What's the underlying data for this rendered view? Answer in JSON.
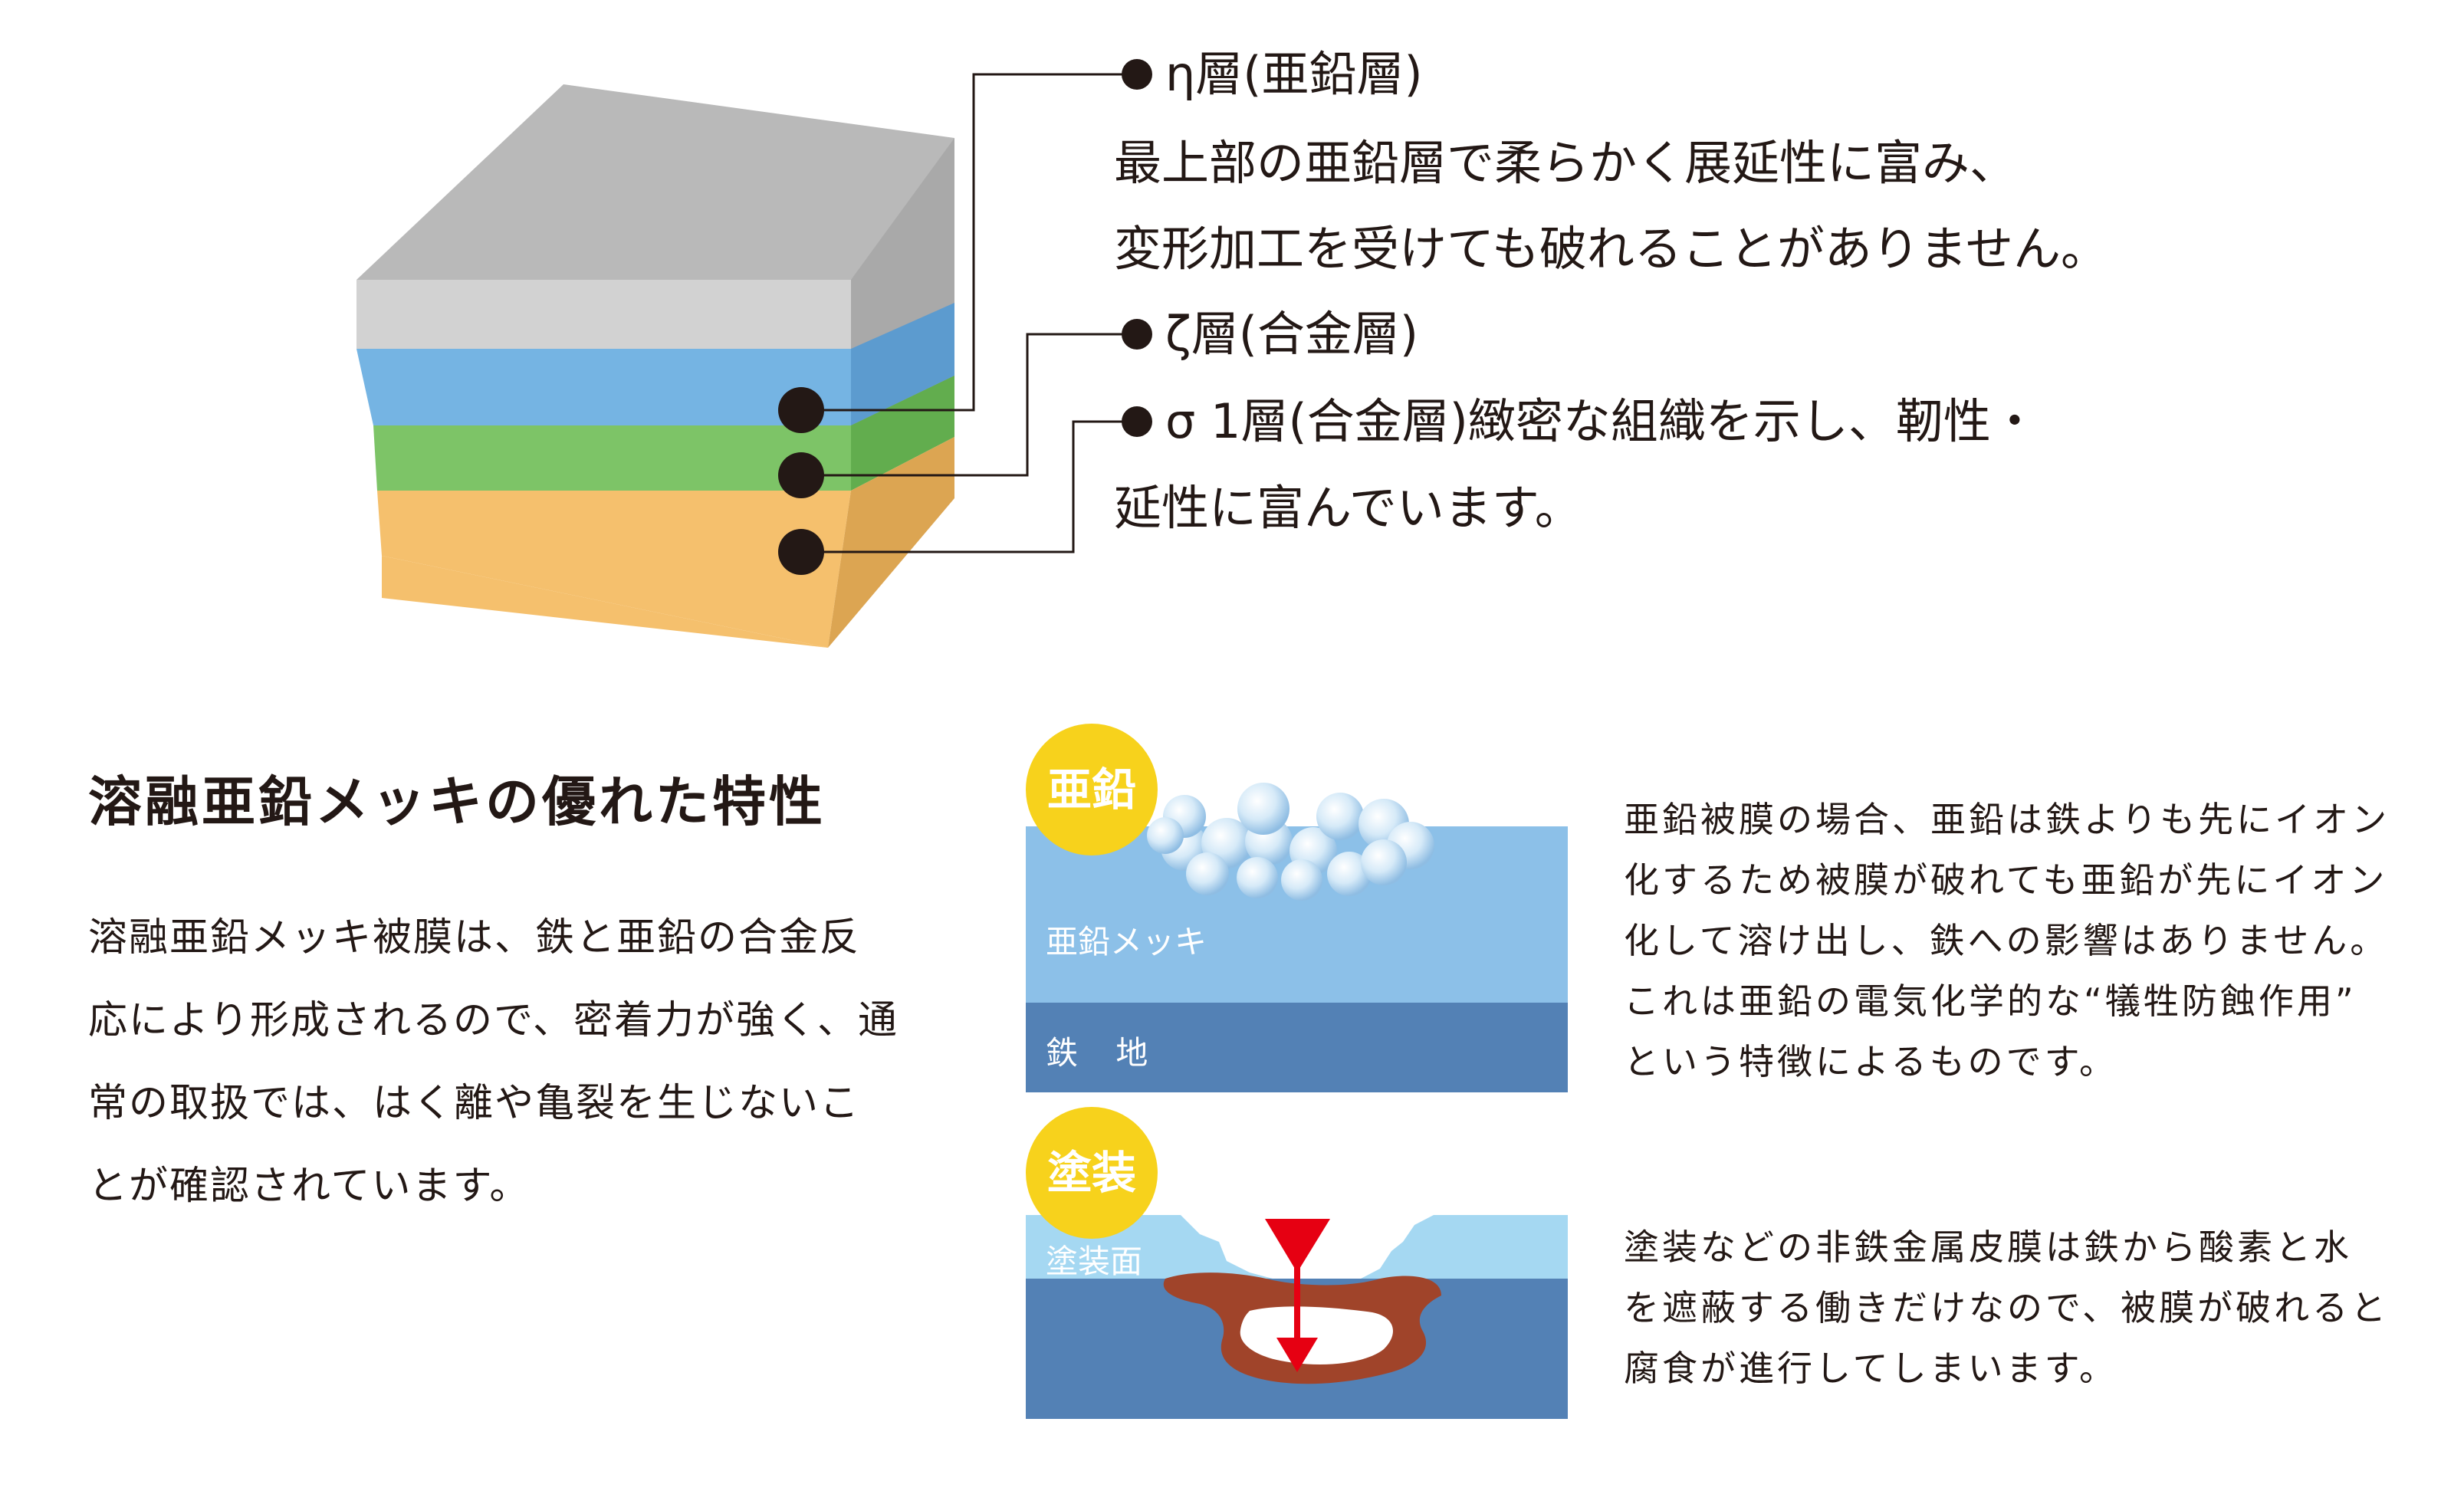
{
  "layers": {
    "eta_title": "η層(亜鉛層)",
    "eta_desc_1": "最上部の亜鉛層で柔らかく展延性に富み、",
    "eta_desc_2": "変形加工を受けても破れることがありません。",
    "zeta_title": "ζ層(合金層)",
    "sigma_title": "σ 1層(合金層)緻密な組織を示し、靭性・",
    "sigma_desc_2": "延性に富んでいます。"
  },
  "features": {
    "heading": "溶融亜鉛メッキの優れた特性",
    "body": [
      "溶融亜鉛メッキ被膜は、鉄と亜鉛の合金反",
      "応により形成されるので、密着力が強く、通",
      "常の取扱では、はく離や亀裂を生じないこ",
      "とが確認されています。"
    ]
  },
  "zinc_panel": {
    "badge": "亜鉛",
    "coat_label": "亜鉛メッキ",
    "base_label": "鉄 地",
    "desc": [
      "亜鉛被膜の場合、亜鉛は鉄よりも先にイオン",
      "化するため被膜が破れても亜鉛が先にイオン",
      "化して溶け出し、鉄への影響はありません。",
      "これは亜鉛の電気化学的な“犠牲防蝕作用”",
      "という特徴によるものです。"
    ]
  },
  "paint_panel": {
    "badge": "塗装",
    "coat_label": "塗装面",
    "desc": [
      "塗装などの非鉄金属皮膜は鉄から酸素と水",
      "を遮蔽する働きだけなので、被膜が破れると",
      "腐食が進行してしまいます。"
    ]
  },
  "colors": {
    "gray_top": "#b9b9b9",
    "blue_layer": "#75b4e3",
    "green_layer": "#7dc467",
    "orange_layer": "#f5c06d",
    "zinc_coat": "#8cc0e8",
    "iron_base": "#5381b5",
    "paint_coat": "#a5d8f2",
    "rust": "#a0442a",
    "badge_yellow": "#f7d21c",
    "arrow_red": "#e60012"
  }
}
